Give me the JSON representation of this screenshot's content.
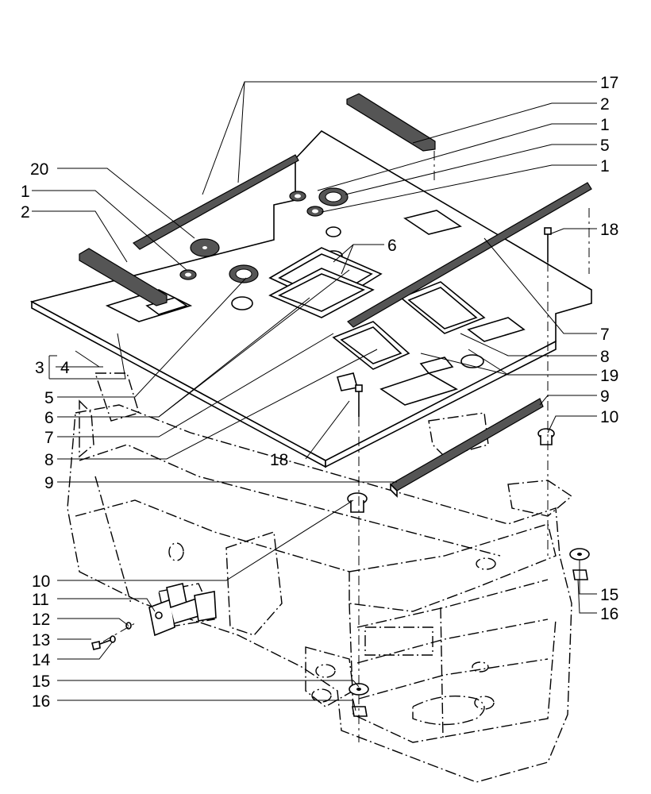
{
  "callouts": [
    {
      "id": "c17",
      "text": "17"
    },
    {
      "id": "c2a",
      "text": "2"
    },
    {
      "id": "c1a",
      "text": "1"
    },
    {
      "id": "c5a",
      "text": "5"
    },
    {
      "id": "c1b",
      "text": "1"
    },
    {
      "id": "c20",
      "text": "20"
    },
    {
      "id": "c1c",
      "text": "1"
    },
    {
      "id": "c2b",
      "text": "2"
    },
    {
      "id": "c6a",
      "text": "6"
    },
    {
      "id": "c18a",
      "text": "18"
    },
    {
      "id": "c3",
      "text": "3"
    },
    {
      "id": "c4",
      "text": "4"
    },
    {
      "id": "c7a",
      "text": "7"
    },
    {
      "id": "c8a",
      "text": "8"
    },
    {
      "id": "c19",
      "text": "19"
    },
    {
      "id": "c5b",
      "text": "5"
    },
    {
      "id": "c9a",
      "text": "9"
    },
    {
      "id": "c6b",
      "text": "6"
    },
    {
      "id": "c10a",
      "text": "10"
    },
    {
      "id": "c7b",
      "text": "7"
    },
    {
      "id": "c8b",
      "text": "8"
    },
    {
      "id": "c18b",
      "text": "18"
    },
    {
      "id": "c9b",
      "text": "9"
    },
    {
      "id": "c10b",
      "text": "10"
    },
    {
      "id": "c11",
      "text": "11"
    },
    {
      "id": "c12",
      "text": "12"
    },
    {
      "id": "c15a",
      "text": "15"
    },
    {
      "id": "c13",
      "text": "13"
    },
    {
      "id": "c16a",
      "text": "16"
    },
    {
      "id": "c14",
      "text": "14"
    },
    {
      "id": "c15b",
      "text": "15"
    },
    {
      "id": "c16b",
      "text": "16"
    }
  ]
}
